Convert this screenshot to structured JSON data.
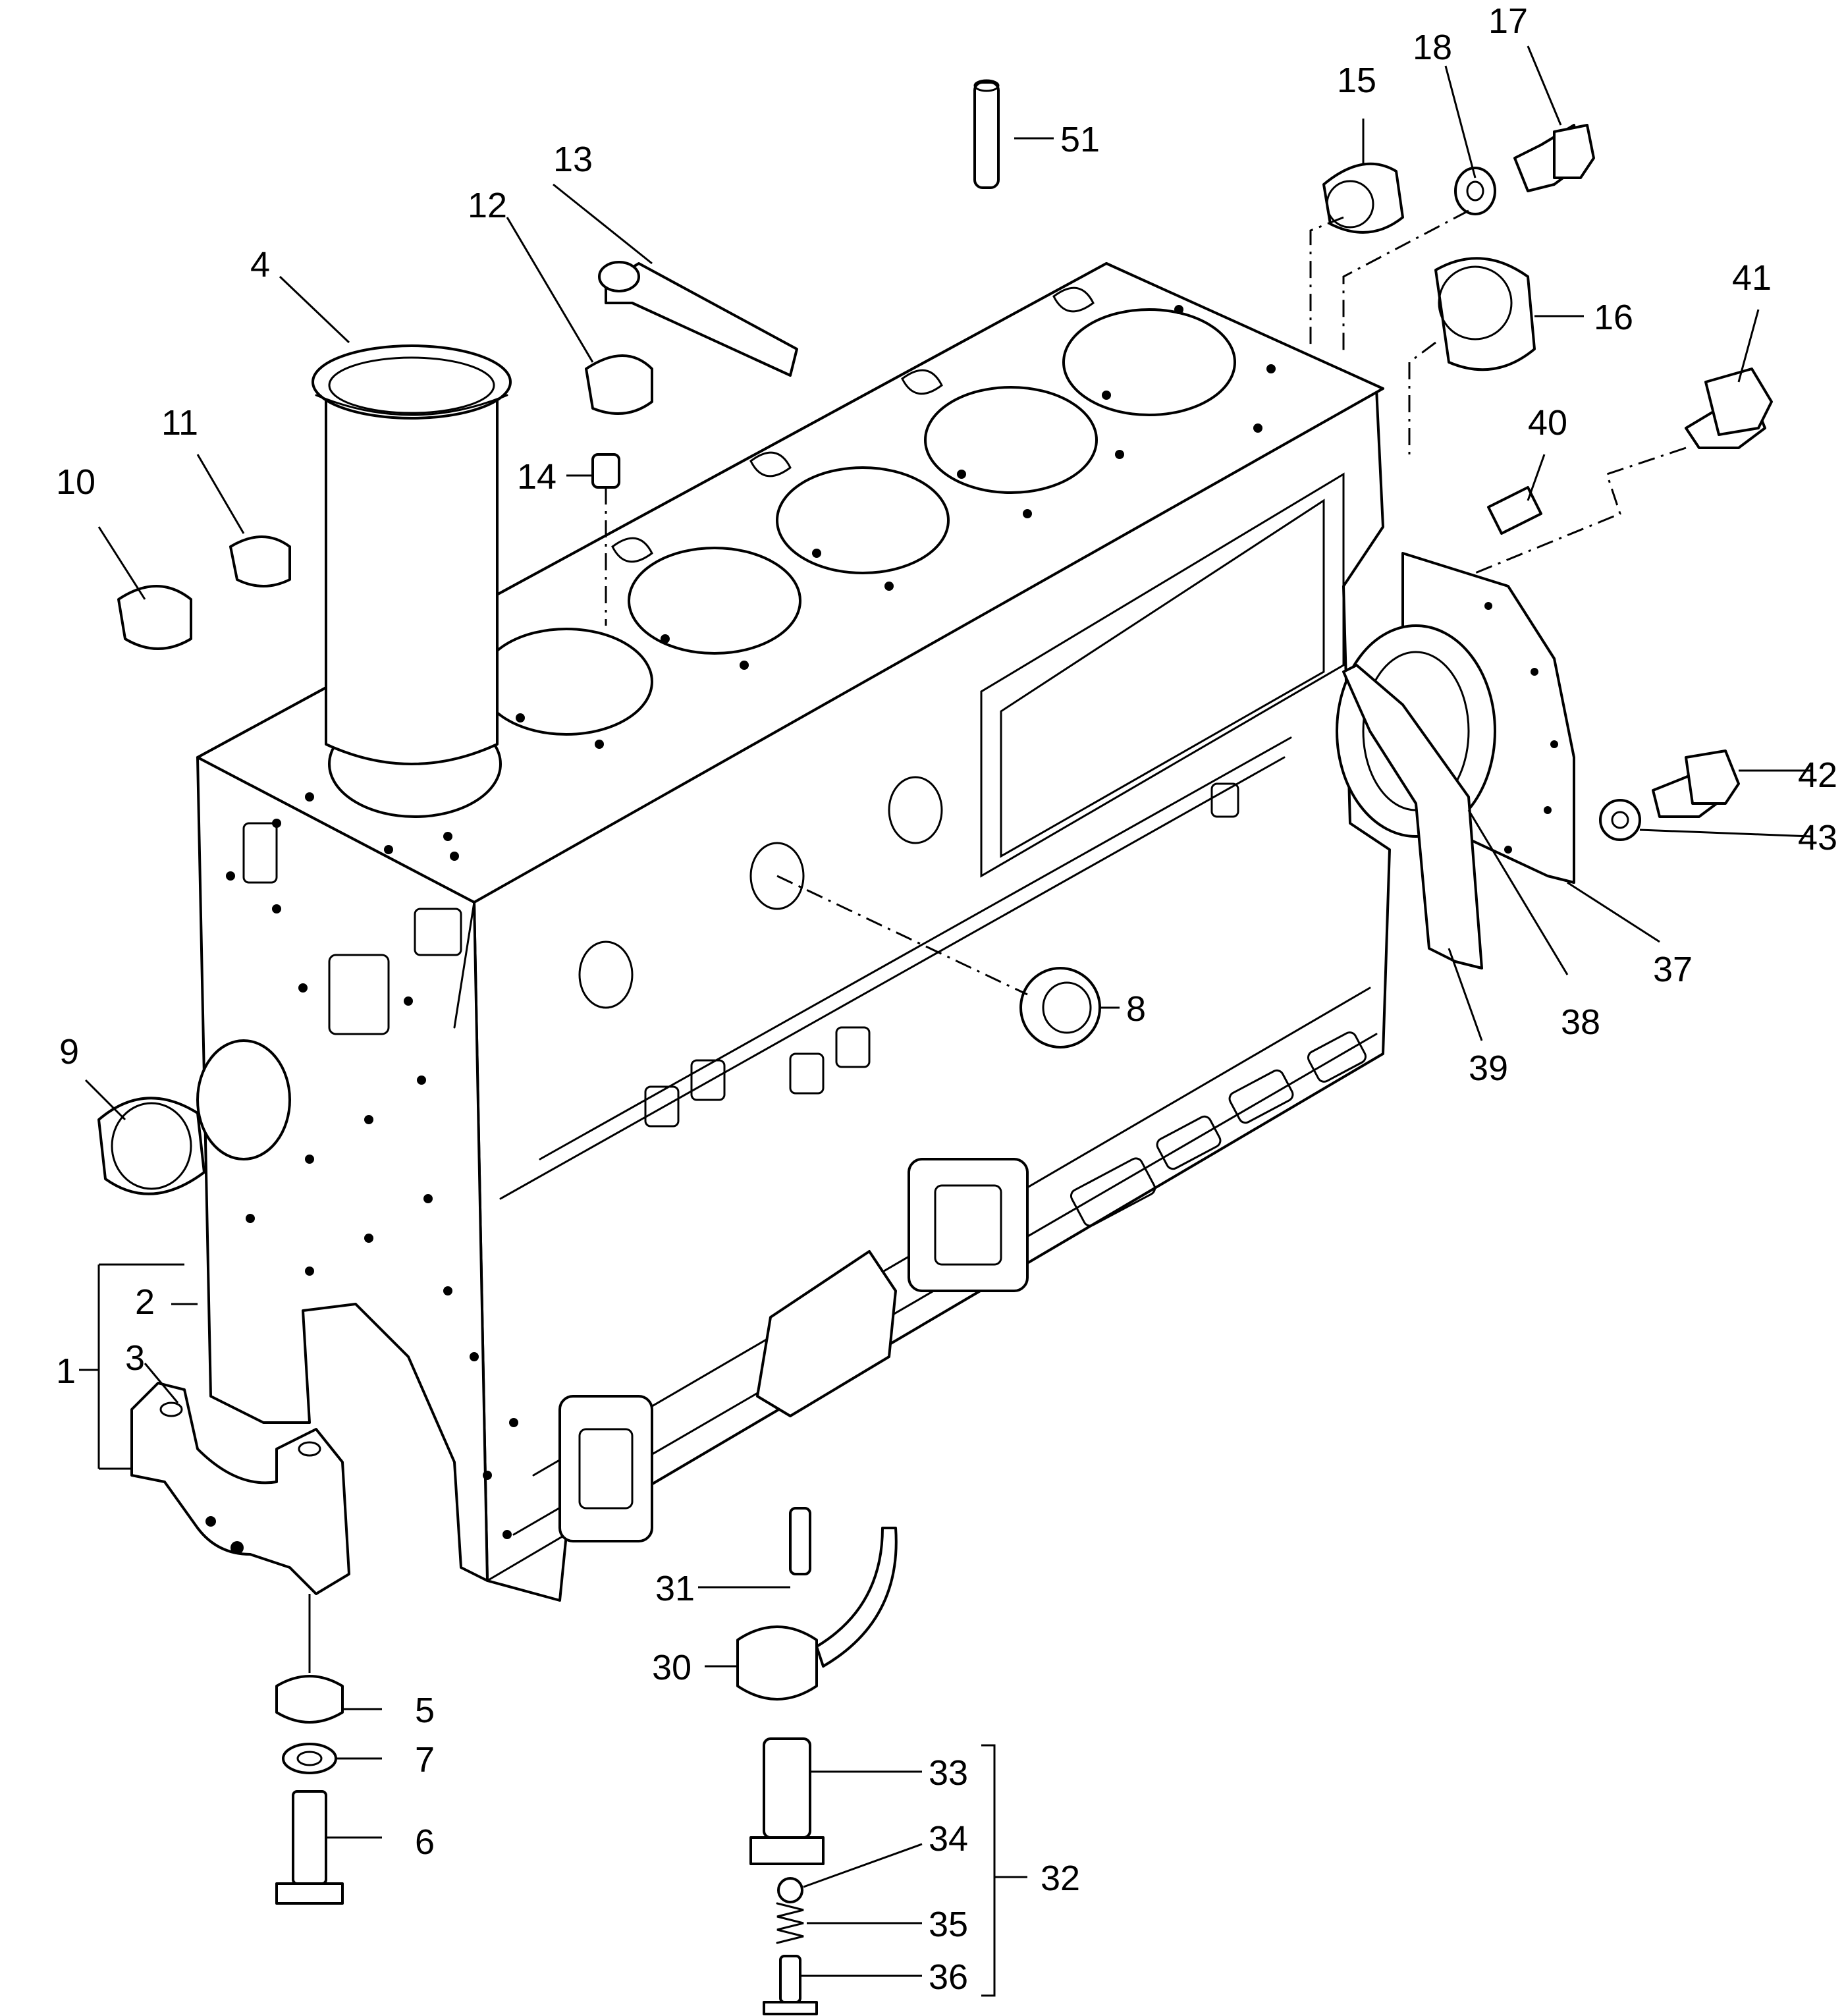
{
  "diagram": {
    "callouts": [
      {
        "id": "c1",
        "label": "1"
      },
      {
        "id": "c2",
        "label": "2"
      },
      {
        "id": "c3",
        "label": "3"
      },
      {
        "id": "c4",
        "label": "4"
      },
      {
        "id": "c5",
        "label": "5"
      },
      {
        "id": "c6",
        "label": "6"
      },
      {
        "id": "c7",
        "label": "7"
      },
      {
        "id": "c8",
        "label": "8"
      },
      {
        "id": "c9",
        "label": "9"
      },
      {
        "id": "c10",
        "label": "10"
      },
      {
        "id": "c11",
        "label": "11"
      },
      {
        "id": "c12",
        "label": "12"
      },
      {
        "id": "c13",
        "label": "13"
      },
      {
        "id": "c14",
        "label": "14"
      },
      {
        "id": "c15",
        "label": "15"
      },
      {
        "id": "c16",
        "label": "16"
      },
      {
        "id": "c17",
        "label": "17"
      },
      {
        "id": "c18",
        "label": "18"
      },
      {
        "id": "c30",
        "label": "30"
      },
      {
        "id": "c31",
        "label": "31"
      },
      {
        "id": "c32",
        "label": "32"
      },
      {
        "id": "c33",
        "label": "33"
      },
      {
        "id": "c34",
        "label": "34"
      },
      {
        "id": "c35",
        "label": "35"
      },
      {
        "id": "c36",
        "label": "36"
      },
      {
        "id": "c37",
        "label": "37"
      },
      {
        "id": "c38",
        "label": "38"
      },
      {
        "id": "c39",
        "label": "39"
      },
      {
        "id": "c40",
        "label": "40"
      },
      {
        "id": "c41",
        "label": "41"
      },
      {
        "id": "c42",
        "label": "42"
      },
      {
        "id": "c43",
        "label": "43"
      },
      {
        "id": "c51",
        "label": "51"
      }
    ]
  }
}
